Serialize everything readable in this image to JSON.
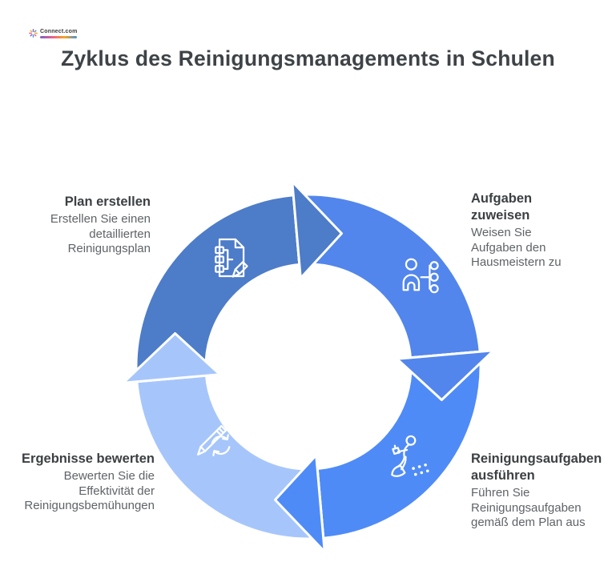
{
  "logo": {
    "text": "Connect.com"
  },
  "title": "Zyklus des Reinigungsmanagements in Schulen",
  "diagram": {
    "type": "cycle",
    "direction": "clockwise",
    "steps": [
      {
        "heading": "Plan erstellen",
        "description": "Erstellen Sie einen detaillierten Reinigungsplan",
        "color": "#4d7cc8",
        "icon": "document-plan-pencil-icon",
        "position": "top-left"
      },
      {
        "heading": "Aufgaben zuweisen",
        "description": "Weisen Sie Aufgaben den Hausmeistern zu",
        "color": "#5286ec",
        "icon": "person-task-assignment-icon",
        "position": "top-right"
      },
      {
        "heading": "Reinigungsaufgaben ausführen",
        "description": "Führen Sie Reinigungsaufgaben gemäß dem Plan aus",
        "color": "#4e8bf7",
        "icon": "person-cleaning-icon",
        "position": "bottom-right"
      },
      {
        "heading": "Ergebnisse bewerten",
        "description": "Bewerten Sie die Effektivität der Reinigungsbemühungen",
        "color": "#a6c6fb",
        "icon": "pencil-refresh-icon",
        "position": "bottom-left"
      }
    ]
  },
  "colors": {
    "background": "#ffffff",
    "title_text": "#3e4347",
    "heading_text": "#3c4043",
    "body_text": "#5f6368",
    "icon_stroke": "#ffffff",
    "segment_separator": "#ffffff"
  }
}
